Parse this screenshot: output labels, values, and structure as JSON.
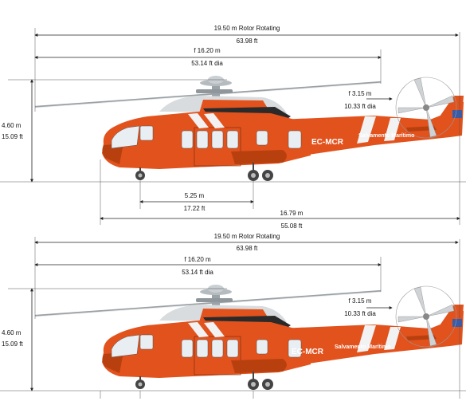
{
  "views": [
    {
      "rotor_rotating_m": "19.50 m Rotor Rotating",
      "rotor_rotating_ft": "63.98 ft",
      "main_rotor_m": "f 16.20 m",
      "main_rotor_ft": "53.14 ft dia",
      "tail_rotor_m": "f 3.15 m",
      "tail_rotor_ft": "10.33 ft dia",
      "height_m": "4.60 m",
      "height_ft": "15.09 ft",
      "wheelbase_m": "5.25 m",
      "wheelbase_ft": "17.22 ft",
      "length_m": "16.79 m",
      "length_ft": "55.08 ft",
      "registration": "EC-MCR",
      "livery_text": "Salvamento Marítimo"
    },
    {
      "rotor_rotating_m": "19.50 m Rotor Rotating",
      "rotor_rotating_ft": "63.98 ft",
      "main_rotor_m": "f 16.20 m",
      "main_rotor_ft": "53.14 ft dia",
      "tail_rotor_m": "f 3.15 m",
      "tail_rotor_ft": "10.33 ft dia",
      "height_m": "4.60 m",
      "height_ft": "15.09 ft",
      "registration": "EC-MCR",
      "livery_text": "Salvamento Marítimo"
    }
  ],
  "colors": {
    "fuselage": "#e2521d",
    "fuselage_dark": "#b8400f",
    "stripe": "#f2f2f2",
    "window": "#e8eef2",
    "blade": "#cfd3d6"
  }
}
